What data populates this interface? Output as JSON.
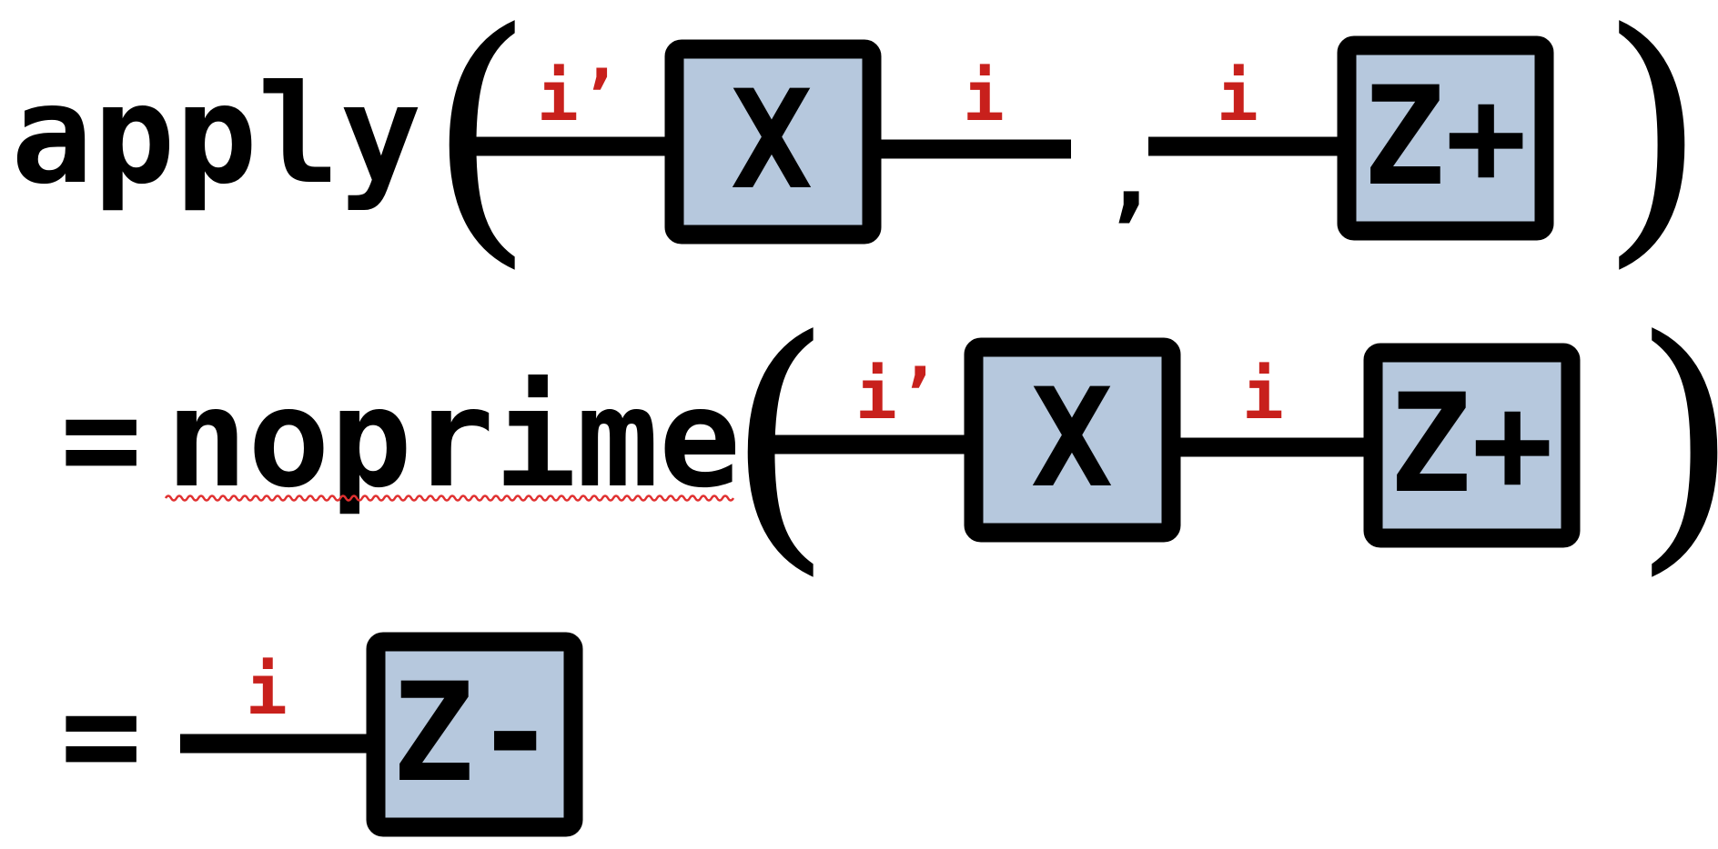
{
  "colors": {
    "box_fill": "#b6c8dd",
    "stroke": "#000000",
    "index_label": "#c8201c",
    "spellcheck": "#e03030"
  },
  "line1": {
    "func": "apply",
    "open_paren": "(",
    "close_paren": ")",
    "comma": ",",
    "tensor_a": {
      "label": "X",
      "left_index": "i’",
      "right_index": "i"
    },
    "tensor_b": {
      "label": "Z+",
      "left_index": "i"
    }
  },
  "line2": {
    "equals": "=",
    "func": "noprime",
    "open_paren": "(",
    "close_paren": ")",
    "tensor_a": {
      "label": "X",
      "left_index": "i’",
      "mid_index": "i"
    },
    "tensor_b": {
      "label": "Z+"
    }
  },
  "line3": {
    "equals": "=",
    "tensor": {
      "label": "Z-",
      "left_index": "i"
    }
  }
}
